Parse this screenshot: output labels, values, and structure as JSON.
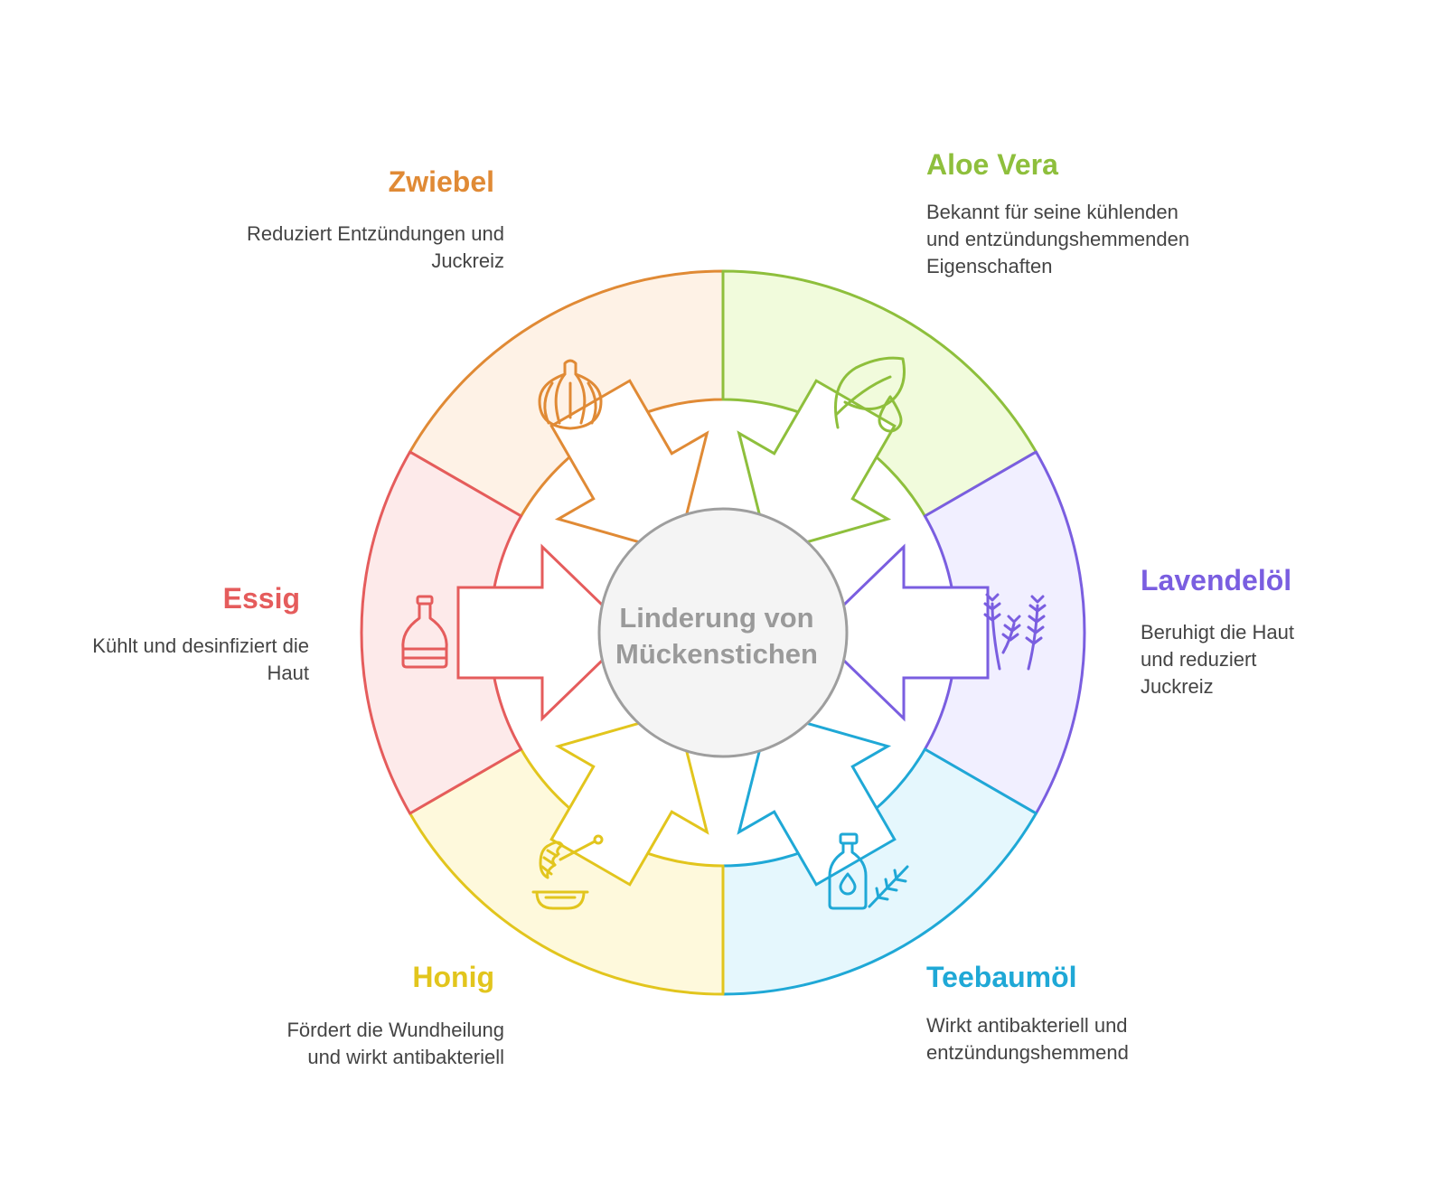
{
  "center": {
    "line1": "Linderung von",
    "line2": "Mückenstichen",
    "fill": "#f4f4f4",
    "stroke": "#9e9e9e"
  },
  "segments": [
    {
      "id": "zwiebel",
      "title": "Zwiebel",
      "desc": "Reduziert Entzündungen und Juckreiz",
      "stroke": "#e08a35",
      "fill": "#fef2e6",
      "icon": "onion-icon"
    },
    {
      "id": "aloe",
      "title": "Aloe Vera",
      "desc": "Bekannt für seine kühlenden und entzündungshemmenden Eigenschaften",
      "stroke": "#8ebf3c",
      "fill": "#f1fbdc",
      "icon": "leaf-drop-icon"
    },
    {
      "id": "lavendel",
      "title": "Lavendelöl",
      "desc": "Beruhigt die Haut und reduziert Juckreiz",
      "stroke": "#7a5ee0",
      "fill": "#f1efff",
      "icon": "lavender-icon"
    },
    {
      "id": "teebaum",
      "title": "Teebaumöl",
      "desc": "Wirkt antibakteriell und entzündungshemmend",
      "stroke": "#1fa8d6",
      "fill": "#e5f7fd",
      "icon": "oil-bottle-herb-icon"
    },
    {
      "id": "honig",
      "title": "Honig",
      "desc": "Fördert die Wundheilung und wirkt antibakteriell",
      "stroke": "#e2c51d",
      "fill": "#fef9dc",
      "icon": "honey-dipper-icon"
    },
    {
      "id": "essig",
      "title": "Essig",
      "desc": "Kühlt und desinfiziert die Haut",
      "stroke": "#e55c5c",
      "fill": "#fdeaea",
      "icon": "vinegar-bottle-icon"
    }
  ]
}
